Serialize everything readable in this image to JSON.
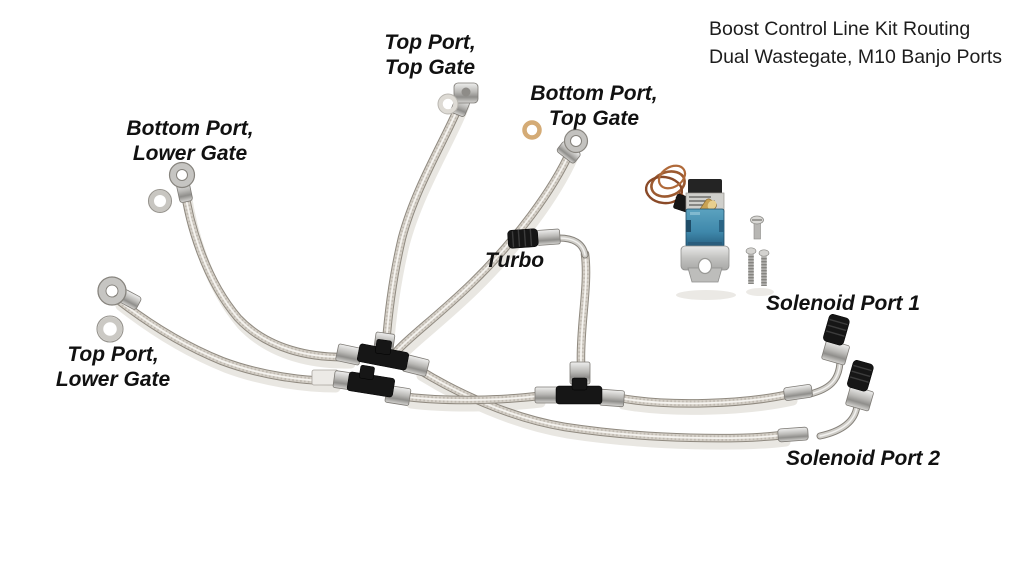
{
  "title": {
    "line1": "Boost Control Line Kit Routing",
    "line2": "Dual Wastegate, M10 Banjo Ports"
  },
  "labels": {
    "top_port_top_gate": {
      "line1": "Top Port,",
      "line2": "Top Gate"
    },
    "bottom_port_top_gate": {
      "line1": "Bottom Port,",
      "line2": "Top Gate"
    },
    "bottom_port_lower_gate": {
      "line1": "Bottom Port,",
      "line2": "Lower Gate"
    },
    "top_port_lower_gate": {
      "line1": "Top Port,",
      "line2": "Lower Gate"
    },
    "turbo": {
      "line1": "Turbo"
    },
    "solenoid_port_1": {
      "line1": "Solenoid Port 1"
    },
    "solenoid_port_2": {
      "line1": "Solenoid Port 2"
    }
  },
  "parts": {
    "hose": "braided-stainless-hose",
    "tee": "black-tee-fitting",
    "banjo": "banjo-eye-fitting",
    "washer": "crush-washer",
    "cap": "black-knurled-cap-fitting",
    "solenoid": "mac-boost-solenoid-valve",
    "coil": "copper-wire-coil",
    "bracket": "aluminum-mounting-bracket",
    "screws": "mounting-screws"
  },
  "colors": {
    "background": "#ffffff",
    "label_text": "#111111",
    "hose_braid": "#d6d1c9",
    "hose_outline": "#8f897f",
    "fitting_black": "#161616",
    "fitting_silver": "#c6c6c6",
    "solenoid_blue": "#3f88ab",
    "coil_copper": "#9c5a30",
    "brass": "#c9a254",
    "washer_copper": "#d4ab76"
  }
}
